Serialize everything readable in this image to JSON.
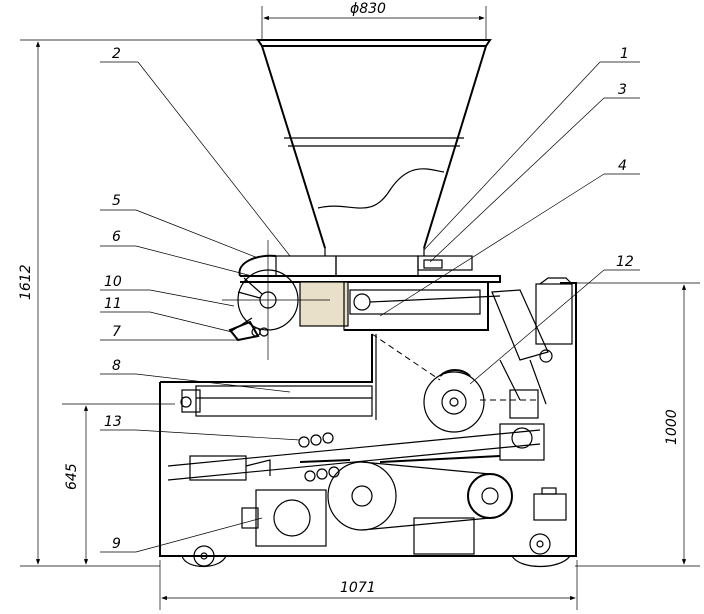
{
  "dimensions": {
    "top_width": "ϕ830",
    "total_height": "1612",
    "frame_height": "1000",
    "lower_height": "645",
    "base_width": "1071"
  },
  "callouts": [
    "1",
    "2",
    "3",
    "4",
    "5",
    "6",
    "7",
    "8",
    "9",
    "10",
    "11",
    "12",
    "13"
  ]
}
